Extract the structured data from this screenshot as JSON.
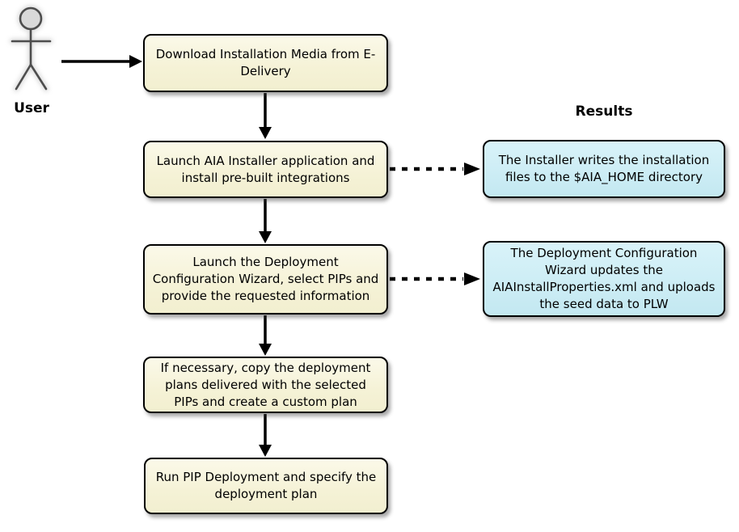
{
  "diagram": {
    "actor": {
      "label": "User"
    },
    "results_heading": "Results",
    "flow_steps": [
      {
        "label": "Download Installation Media from E-Delivery"
      },
      {
        "label": "Launch AIA Installer application and install pre-built integrations"
      },
      {
        "label": "Launch the Deployment Configuration Wizard, select PIPs and provide the requested information"
      },
      {
        "label": "If necessary, copy the deployment plans delivered with the selected PIPs and create a custom plan"
      },
      {
        "label": "Run PIP Deployment and specify the deployment plan"
      }
    ],
    "results": [
      {
        "label": "The Installer writes the installation files to the $AIA_HOME directory",
        "connects_from_step": 2
      },
      {
        "label": "The Deployment Configuration Wizard updates the AIAInstallProperties.xml and uploads the seed data to PLW",
        "connects_from_step": 3
      }
    ],
    "colors": {
      "background": "#ffffff",
      "step_box_fill": "#f5f2d6",
      "result_box_fill": "#cdedf5",
      "box_border": "#000000",
      "arrow": "#000000",
      "actor_stroke": "#4d4d4d",
      "actor_head_fill": "#d9d9d9"
    }
  }
}
